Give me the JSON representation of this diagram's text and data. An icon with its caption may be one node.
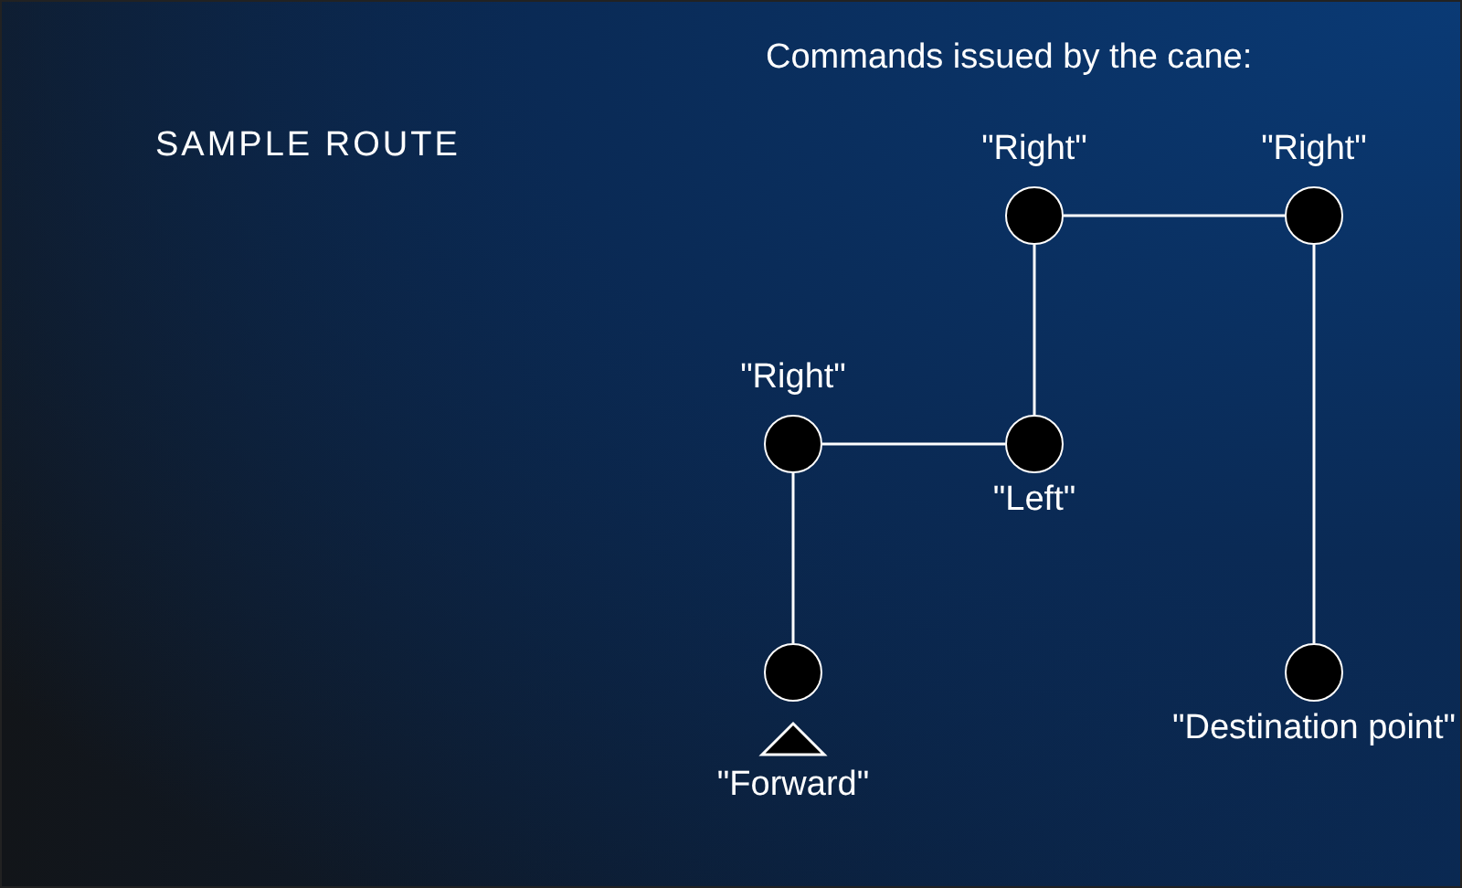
{
  "diagram": {
    "title": "SAMPLE ROUTE",
    "nodes": [
      {
        "text": [],
        "shape": "circle",
        "beside": [
          "\"Forward\""
        ]
      },
      {
        "text": [],
        "shape": "circle",
        "beside": [
          "\"Right\""
        ]
      },
      {
        "text": [],
        "shape": "circle",
        "beside": [
          "\"Left\""
        ]
      },
      {
        "text": [],
        "shape": "circle",
        "beside": [
          "\"Right\""
        ]
      },
      {
        "text": [],
        "shape": "circle",
        "beside": [
          "\"Right\""
        ]
      },
      {
        "text": [],
        "shape": "circle",
        "beside": [
          "\"Destination point\""
        ]
      }
    ],
    "edges": [
      {
        "from": 0,
        "to": 1,
        "arrow": "none"
      },
      {
        "from": 1,
        "to": 2,
        "arrow": "none"
      },
      {
        "from": 2,
        "to": 3,
        "arrow": "none"
      },
      {
        "from": 3,
        "to": 4,
        "arrow": "none"
      },
      {
        "from": 4,
        "to": 5,
        "arrow": "none"
      }
    ],
    "labels": [
      "Commands issued by the cane:"
    ]
  }
}
